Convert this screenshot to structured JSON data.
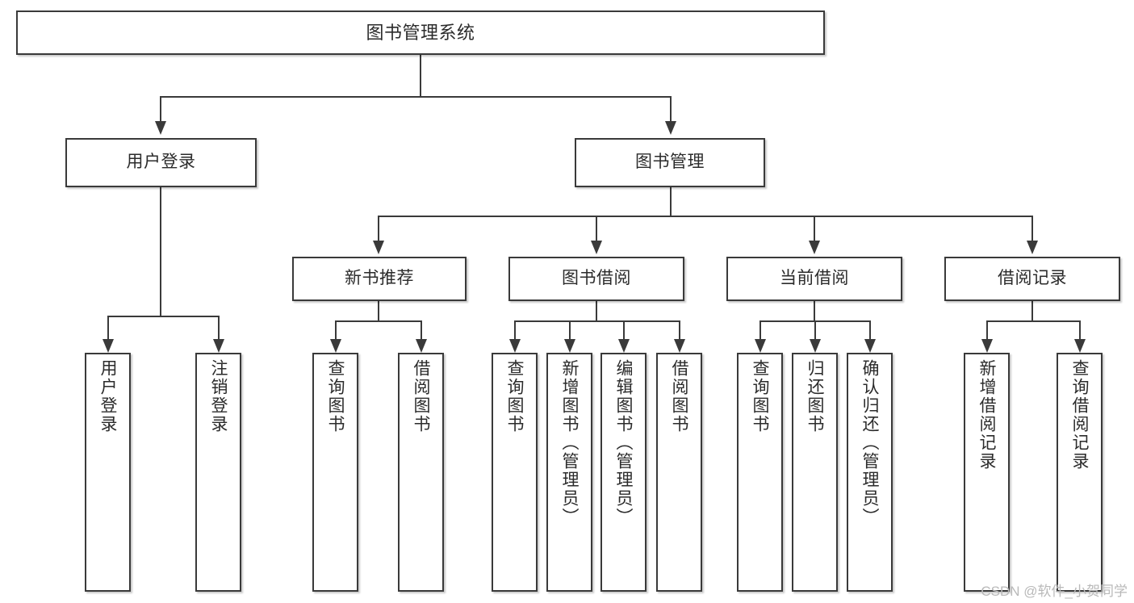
{
  "diagram": {
    "title": "图书管理系统",
    "root": {
      "label": "图书管理系统"
    },
    "level2": [
      {
        "label": "用户登录"
      },
      {
        "label": "图书管理"
      }
    ],
    "level3": [
      {
        "label": "新书推荐"
      },
      {
        "label": "图书借阅"
      },
      {
        "label": "当前借阅"
      },
      {
        "label": "借阅记录"
      }
    ],
    "leaves": [
      {
        "label": "用户登录"
      },
      {
        "label": "注销登录"
      },
      {
        "label": "查询图书"
      },
      {
        "label": "借阅图书"
      },
      {
        "label": "查询图书"
      },
      {
        "label": "新增图书（管理员）"
      },
      {
        "label": "编辑图书（管理员）"
      },
      {
        "label": "借阅图书"
      },
      {
        "label": "查询图书"
      },
      {
        "label": "归还图书"
      },
      {
        "label": "确认归还（管理员）"
      },
      {
        "label": "新增借阅记录"
      },
      {
        "label": "查询借阅记录"
      }
    ]
  },
  "watermark": {
    "text": "CSDN @软件_小贺同学"
  },
  "colors": {
    "stroke": "#3a3a3a",
    "text": "#2b2b2b",
    "background": "#ffffff",
    "watermark": "#b9b9b9"
  }
}
